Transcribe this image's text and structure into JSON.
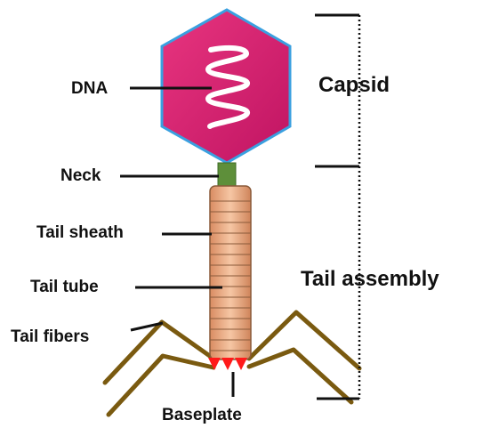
{
  "labels": {
    "dna": "DNA",
    "capsid": "Capsid",
    "neck": "Neck",
    "tail_sheath": "Tail sheath",
    "tail_tube": "Tail tube",
    "tail_fibers": "Tail fibers",
    "baseplate": "Baseplate",
    "tail_assembly": "Tail assembly"
  },
  "colors": {
    "capsid_fill": "#d81b6e",
    "capsid_border": "#3aa0e0",
    "dna_coil": "#ffffff",
    "neck": "#5e8f3a",
    "tail_sheath": "#eeb48f",
    "tail_sheath_lines": "#8a5a3a",
    "tail_fibers": "#7a5a10",
    "baseplate_teeth": "#ff1a1a",
    "leader_lines": "#111111"
  }
}
